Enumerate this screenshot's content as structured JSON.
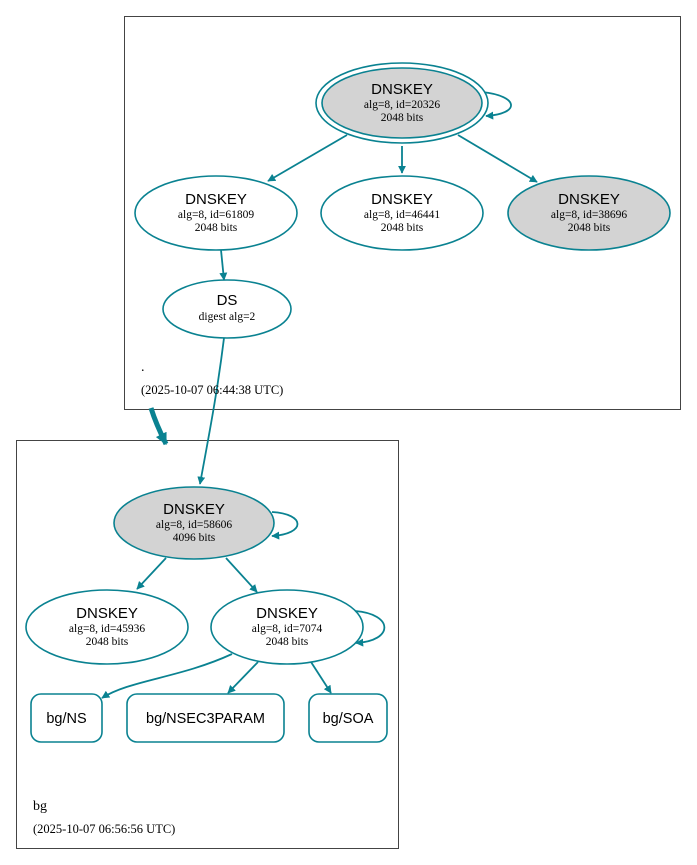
{
  "colors": {
    "accent": "#0a8291",
    "key_fill": "#d3d3d3",
    "node_fill": "#ffffff"
  },
  "root_zone": {
    "name": ".",
    "timestamp": "(2025-10-07 06:44:38 UTC)",
    "ksk": {
      "title": "DNSKEY",
      "line1": "alg=8, id=20326",
      "line2": "2048 bits"
    },
    "key_61809": {
      "title": "DNSKEY",
      "line1": "alg=8, id=61809",
      "line2": "2048 bits"
    },
    "key_46441": {
      "title": "DNSKEY",
      "line1": "alg=8, id=46441",
      "line2": "2048 bits"
    },
    "key_38696": {
      "title": "DNSKEY",
      "line1": "alg=8, id=38696",
      "line2": "2048 bits"
    },
    "ds": {
      "title": "DS",
      "line1": "digest alg=2"
    }
  },
  "bg_zone": {
    "name": "bg",
    "timestamp": "(2025-10-07 06:56:56 UTC)",
    "ksk": {
      "title": "DNSKEY",
      "line1": "alg=8, id=58606",
      "line2": "4096 bits"
    },
    "key_45936": {
      "title": "DNSKEY",
      "line1": "alg=8, id=45936",
      "line2": "2048 bits"
    },
    "key_7074": {
      "title": "DNSKEY",
      "line1": "alg=8, id=7074",
      "line2": "2048 bits"
    },
    "rr_ns": "bg/NS",
    "rr_nsec3param": "bg/NSEC3PARAM",
    "rr_soa": "bg/SOA"
  }
}
